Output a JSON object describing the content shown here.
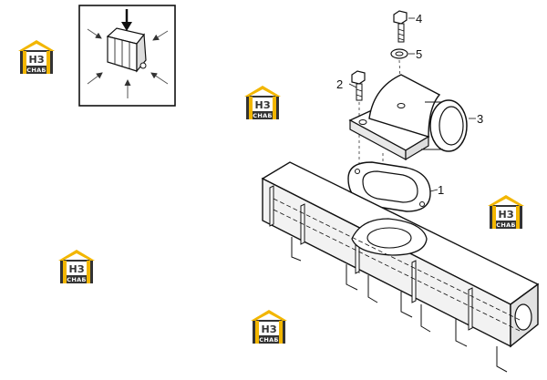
{
  "callouts": {
    "gasket": "1",
    "bolt_small": "2",
    "elbow_housing": "3",
    "bolt_top": "4",
    "washer": "5"
  },
  "logo": {
    "letters": "НЗ",
    "word": "СНАБ",
    "colors": {
      "roof": "#f2b600",
      "plate": "#333333",
      "text": "#ffffff"
    }
  },
  "colors": {
    "line": "#111111",
    "background": "#ffffff"
  }
}
